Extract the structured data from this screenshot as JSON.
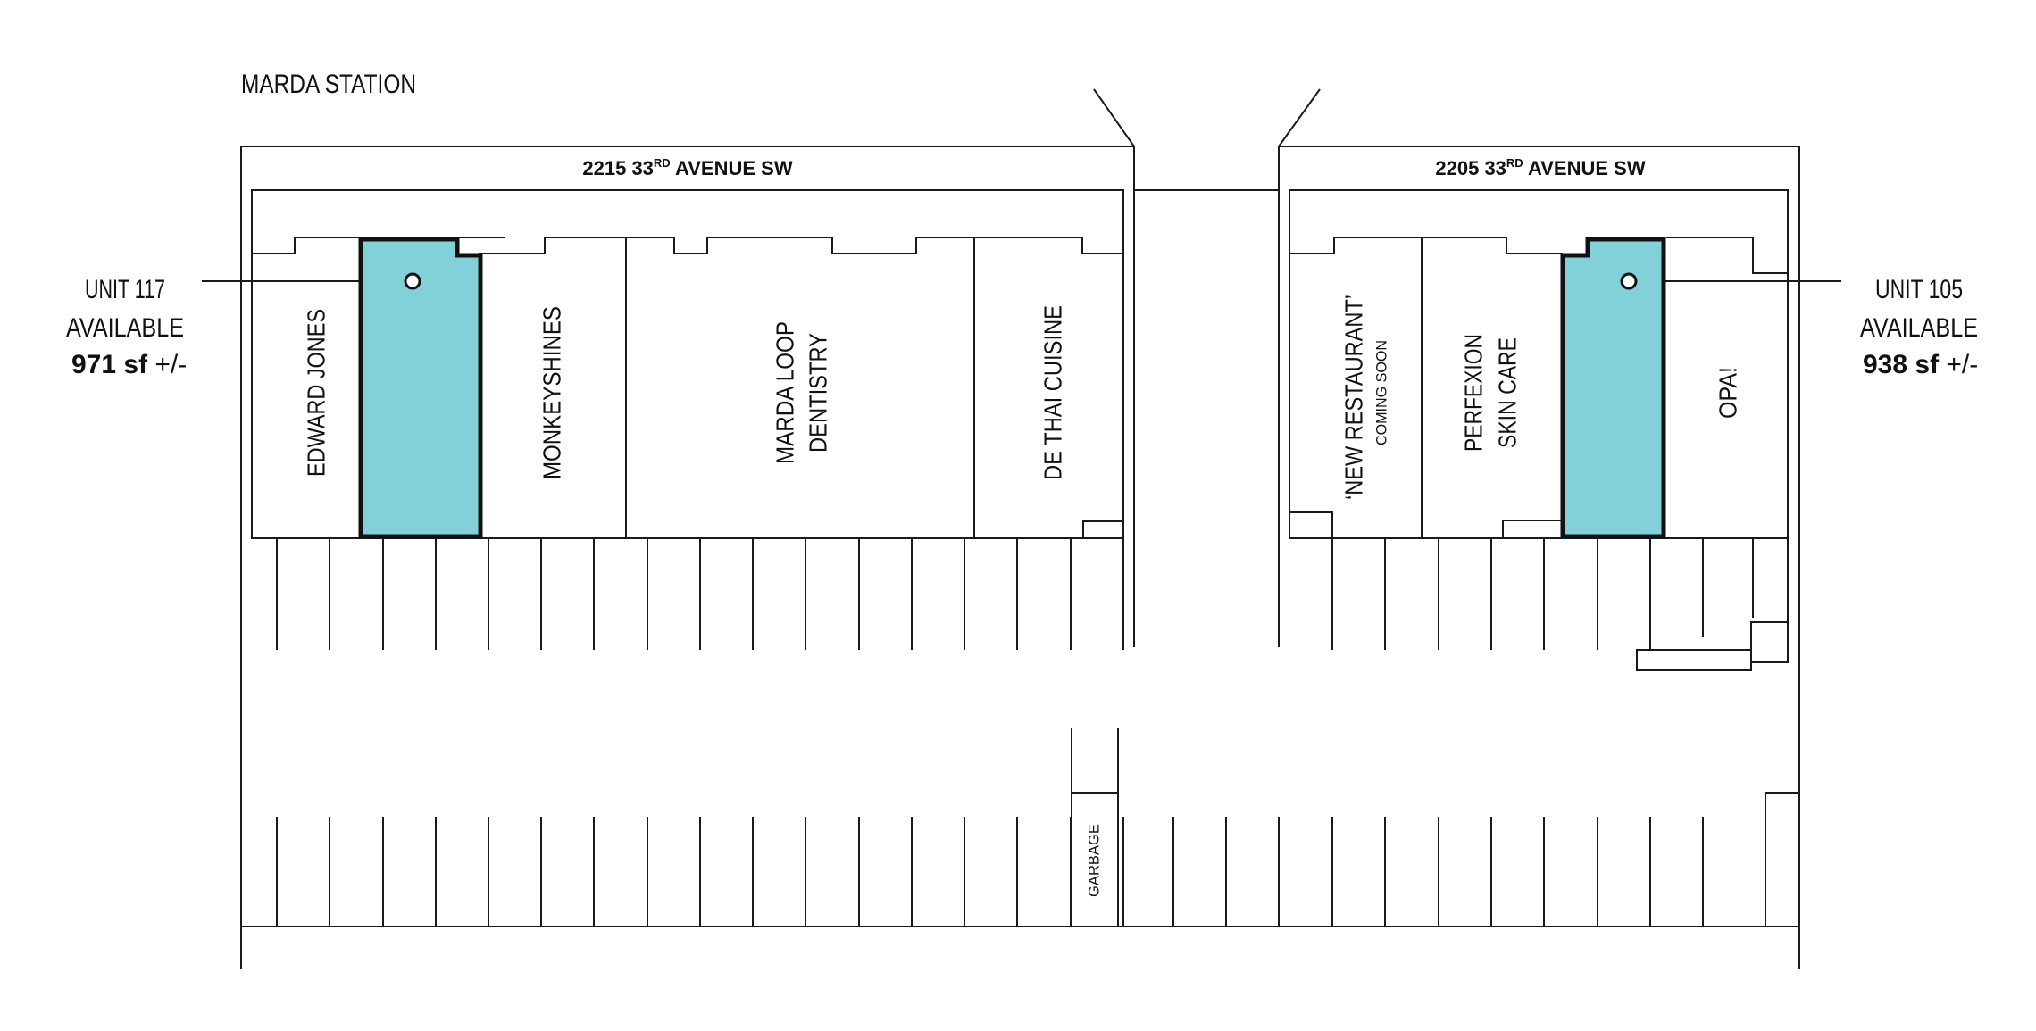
{
  "title": "MARDA STATION",
  "colors": {
    "available": "#82d1d9",
    "line": "#1a1a1a"
  },
  "buildings": {
    "left": {
      "street_num": "2215 33",
      "street_sup": "RD",
      "street_rest": " AVENUE SW"
    },
    "right": {
      "street_num": "2205 33",
      "street_sup": "RD",
      "street_rest": " AVENUE SW"
    }
  },
  "callouts": {
    "left": {
      "unit": "UNIT 117",
      "status": "AVAILABLE",
      "area": "971 sf",
      "tolerance": " +/-"
    },
    "right": {
      "unit": "UNIT 105",
      "status": "AVAILABLE",
      "area": "938 sf",
      "tolerance": " +/-"
    }
  },
  "tenants": {
    "edward_jones": "EDWARD JONES",
    "monkeyshines": "MONKEYSHINES",
    "marda_loop_1": "MARDA LOOP",
    "marda_loop_2": "DENTISTRY",
    "de_thai": "DE THAI CUISINE",
    "new_restaurant": "‘NEW RESTAURANT’",
    "coming_soon": "COMING SOON",
    "perfexion_1": "PERFEXION",
    "perfexion_2": "SKIN CARE",
    "opa": "OPA!"
  },
  "garbage": "GARBAGE"
}
